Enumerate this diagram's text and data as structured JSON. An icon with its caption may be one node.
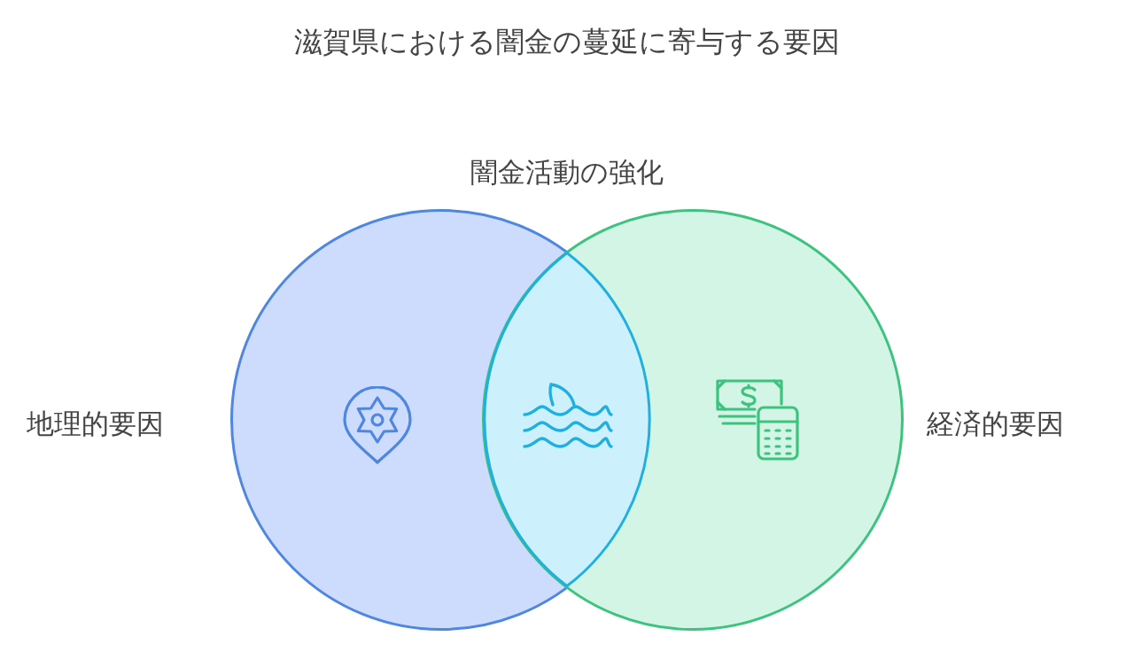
{
  "diagram": {
    "title": "滋賀県における闇金の蔓延に寄与する要因",
    "nodes": [
      {
        "text": [
          "地理的要因"
        ]
      },
      {
        "text": [
          "経済的要因"
        ]
      },
      {
        "text": [
          "闇金活動の強化"
        ]
      }
    ],
    "edges": []
  }
}
